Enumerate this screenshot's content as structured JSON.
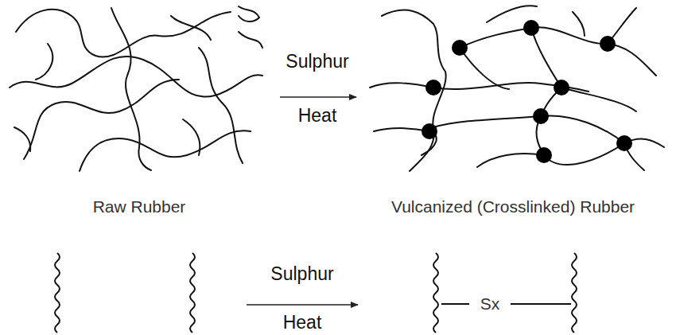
{
  "diagram": {
    "labels": [
      "Sulphur",
      "Heat",
      "Raw Rubber",
      "Vulcanized (Crosslinked) Rubber",
      "Sulphur",
      "Heat",
      "Sx"
    ]
  }
}
